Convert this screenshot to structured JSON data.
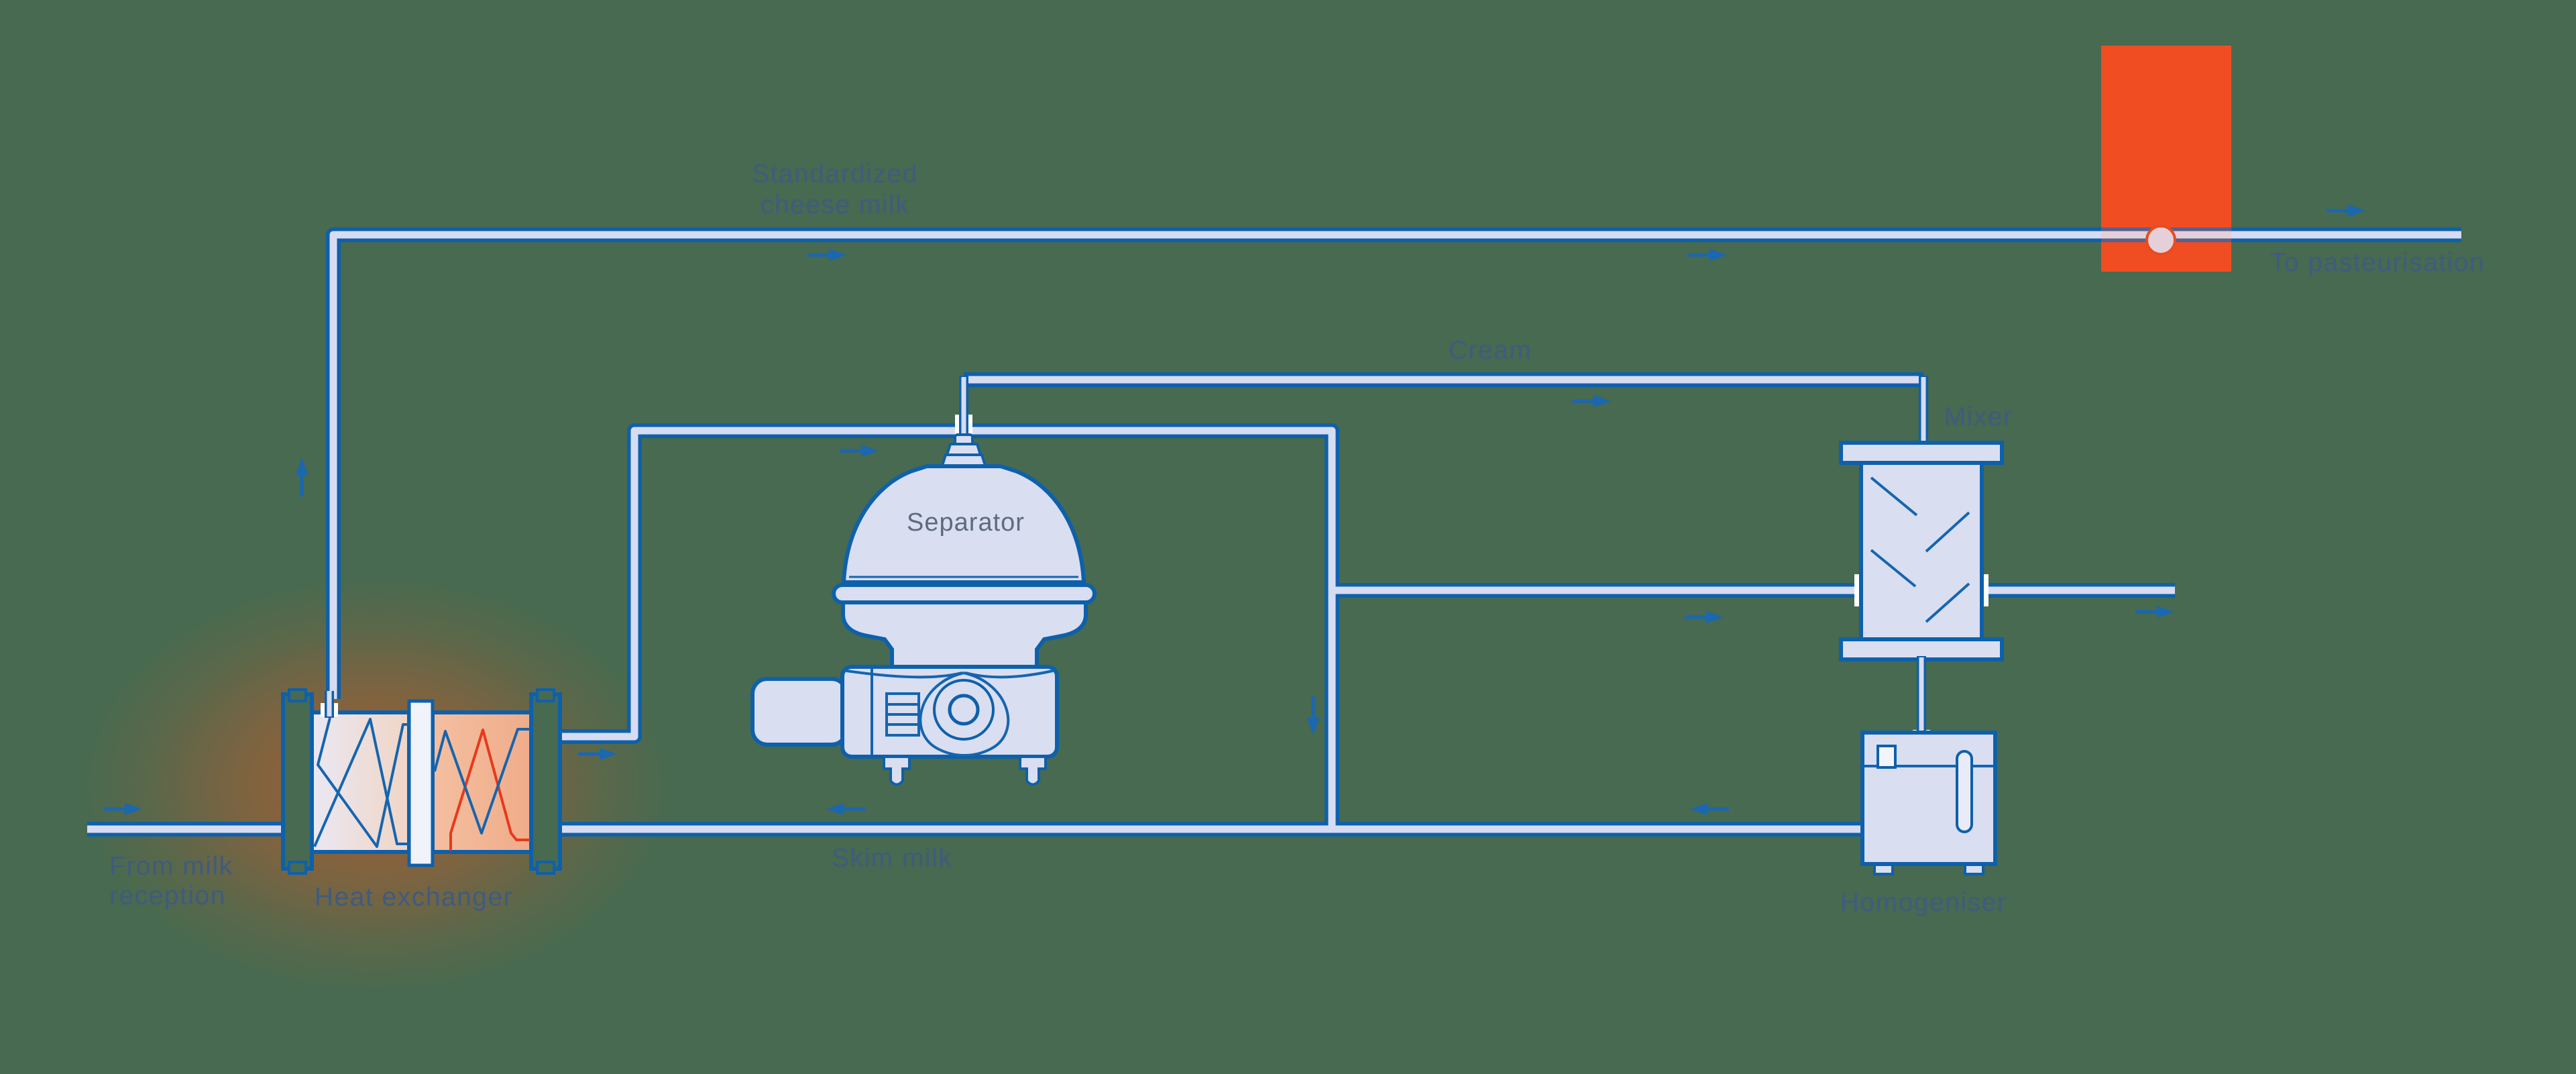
{
  "diagram": {
    "title_domain": "in-line standardization of cheese milk",
    "labels": {
      "standardized_line1": "Standardized",
      "standardized_line2": "cheese milk",
      "to_pasteurisation": "To pasteurisation",
      "cream": "Cream",
      "mixer": "Mixer",
      "separator": "Separator",
      "heat_exchanger": "Heat exchanger",
      "from_milk_line1": "From milk",
      "from_milk_line2": "reception",
      "skim_milk": "Skim milk",
      "homogeniser": "Homogeniser"
    },
    "equipment": [
      "Heat exchanger",
      "Separator",
      "Mixer",
      "Homogeniser",
      "Heater"
    ],
    "flow_arrows": [
      {
        "at": "left-vertical-riser",
        "direction": "up"
      },
      {
        "at": "standardized-line-left",
        "direction": "right"
      },
      {
        "at": "standardized-line-mid",
        "direction": "right"
      },
      {
        "at": "standardized-line-end",
        "direction": "right"
      },
      {
        "at": "separator-feed-line",
        "direction": "right"
      },
      {
        "at": "cream-line",
        "direction": "right"
      },
      {
        "at": "skim-downcomer",
        "direction": "down"
      },
      {
        "at": "mixer-inlet",
        "direction": "right"
      },
      {
        "at": "mixer-outlet",
        "direction": "right"
      },
      {
        "at": "return-line-left",
        "direction": "left"
      },
      {
        "at": "return-line-right",
        "direction": "left"
      },
      {
        "at": "heat-exchanger-outlet",
        "direction": "right"
      },
      {
        "at": "milk-reception-inlet",
        "direction": "right"
      }
    ],
    "colors": {
      "background": "#476A50",
      "pipe_outline": "#0E60AB",
      "pipe_fill": "#D7DCF2",
      "equipment_fill": "#D9DEF1",
      "arrow_blue": "#1A67B2",
      "label_blue": "#3F5B80",
      "separator_label_gray": "#5E6B7C",
      "heater_orange": "#F04D23",
      "hot_medium_red": "#E8391B",
      "divider_white": "#F1F3FA",
      "glow_orange": "#F0551E"
    }
  }
}
